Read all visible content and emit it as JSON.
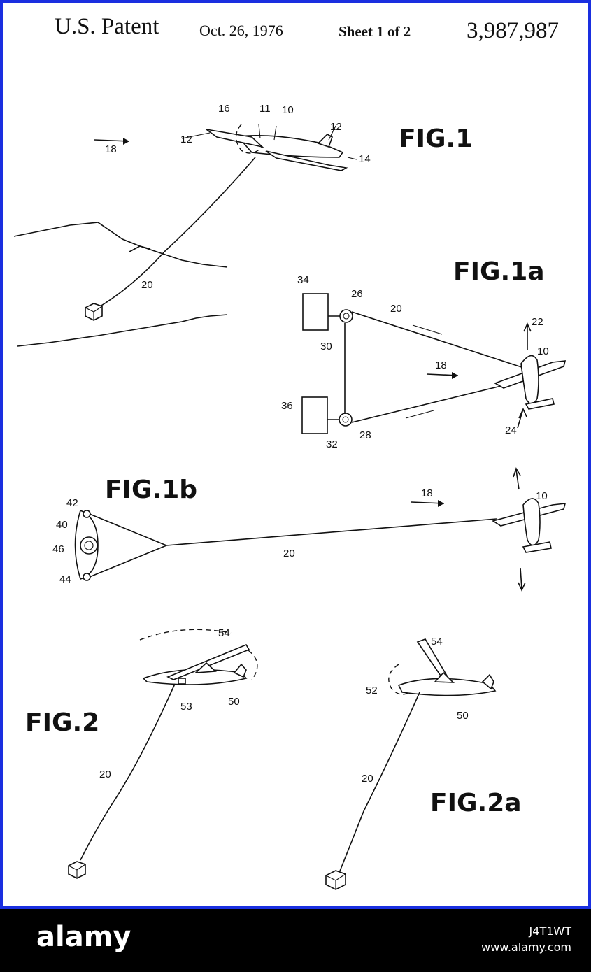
{
  "header": {
    "title": "U.S. Patent",
    "date": "Oct. 26, 1976",
    "sheet": "Sheet 1 of 2",
    "patent_number": "3,987,987"
  },
  "figures": {
    "fig1": {
      "label": "FIG.1",
      "refs": {
        "r16": "16",
        "r11": "11",
        "r10": "10",
        "r12a": "12",
        "r12b": "12",
        "r14": "14",
        "r18": "18",
        "r20": "20"
      }
    },
    "fig1a": {
      "label": "FIG.1a",
      "refs": {
        "r34": "34",
        "r26": "26",
        "r20": "20",
        "r22": "22",
        "r30": "30",
        "r18": "18",
        "r10": "10",
        "r36": "36",
        "r32": "32",
        "r28": "28",
        "r24": "24"
      }
    },
    "fig1b": {
      "label": "FIG.1b",
      "refs": {
        "r42": "42",
        "r40": "40",
        "r46": "46",
        "r44": "44",
        "r18": "18",
        "r10": "10",
        "r20": "20"
      }
    },
    "fig2": {
      "label": "FIG.2",
      "refs": {
        "r54": "54",
        "r53": "53",
        "r50": "50",
        "r20": "20"
      }
    },
    "fig2a": {
      "label": "FIG.2a",
      "refs": {
        "r54": "54",
        "r52": "52",
        "r50": "50",
        "r20": "20"
      }
    }
  },
  "footer": {
    "logo": "alamy",
    "image_id": "J4T1WT",
    "site": "www.alamy.com"
  },
  "colors": {
    "frame": "#1a2fe0",
    "ink": "#111111",
    "footer_bg": "#000000"
  }
}
